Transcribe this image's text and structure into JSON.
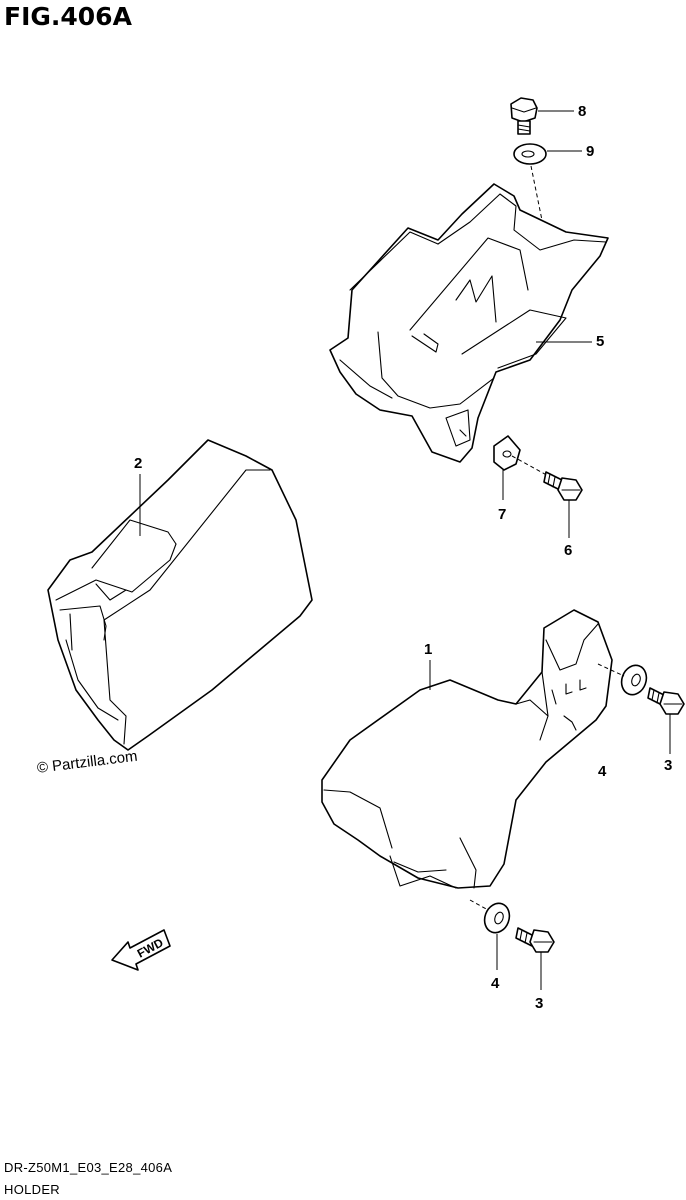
{
  "figure": {
    "title": "FIG.406A",
    "watermark": "© Partzilla.com",
    "code": "DR-Z50M1_E03_E28_406A",
    "name": "HOLDER",
    "fwd_label": "FWD"
  },
  "callouts": [
    {
      "id": "c8",
      "label": "8"
    },
    {
      "id": "c9",
      "label": "9"
    },
    {
      "id": "c5",
      "label": "5"
    },
    {
      "id": "c2",
      "label": "2"
    },
    {
      "id": "c7",
      "label": "7"
    },
    {
      "id": "c6",
      "label": "6"
    },
    {
      "id": "c1",
      "label": "1"
    },
    {
      "id": "c4a",
      "label": "4"
    },
    {
      "id": "c3a",
      "label": "3"
    },
    {
      "id": "c4b",
      "label": "4"
    },
    {
      "id": "c3b",
      "label": "3"
    }
  ]
}
